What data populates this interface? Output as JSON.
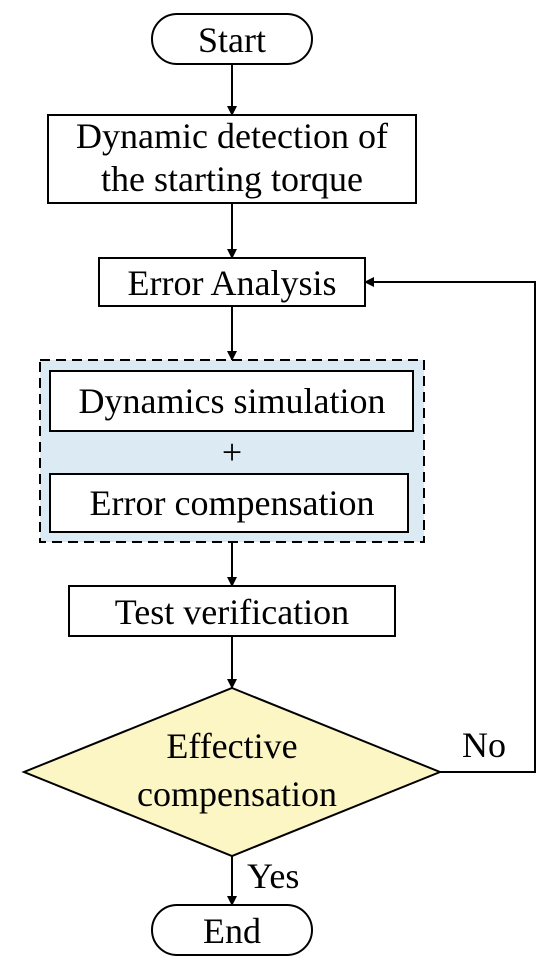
{
  "nodes": {
    "start": "Start",
    "detection_line1": "Dynamic detection of",
    "detection_line2": "the starting torque",
    "error_analysis": "Error Analysis",
    "dynamics_simulation": "Dynamics simulation",
    "plus": "+",
    "error_compensation": "Error compensation",
    "test_verification": "Test verification",
    "decision_line1": "Effective",
    "decision_line2": "compensation",
    "end": "End"
  },
  "edges": {
    "no_label": "No",
    "yes_label": "Yes"
  },
  "colors": {
    "group_fill": "#dcebf3",
    "decision_fill": "#fcf6c4",
    "stroke": "#000000"
  }
}
